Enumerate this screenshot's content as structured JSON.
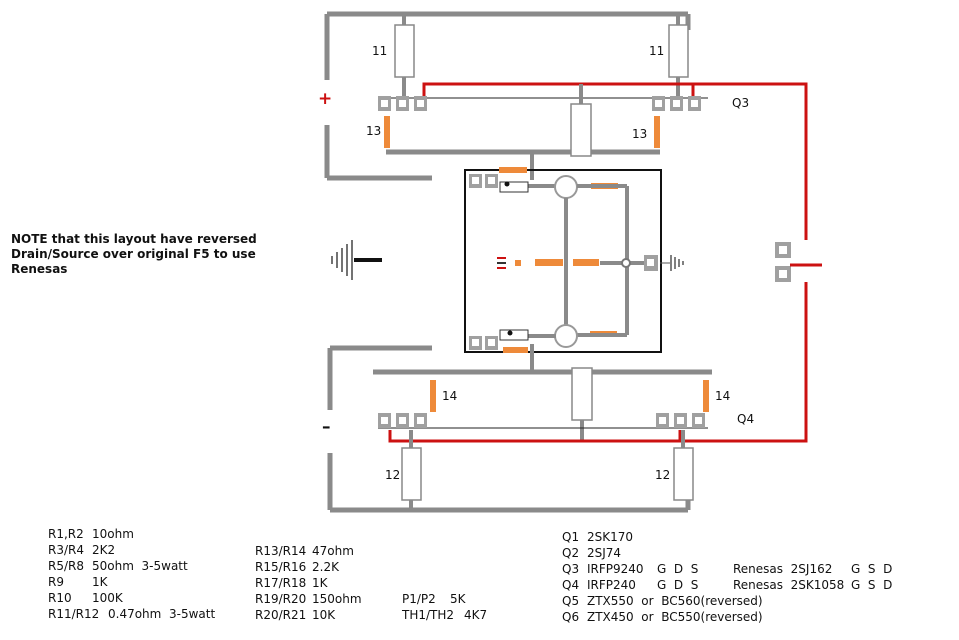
{
  "note": {
    "line1": "NOTE that this layout have reversed",
    "line2": "Drain/Source over original F5 to use",
    "line3": "Renesas"
  },
  "labels": {
    "r11_left": "11",
    "r11_right": "11",
    "r13_left": "13",
    "r13_right": "13",
    "q3": "Q3",
    "r14_left": "14",
    "r14_right": "14",
    "q4": "Q4",
    "r12_left": "12",
    "r12_right": "12",
    "plus": "+",
    "minus": "–"
  },
  "parts_left": [
    {
      "ref": "R1,R2",
      "val": "10ohm"
    },
    {
      "ref": "R3/R4",
      "val": "2K2"
    },
    {
      "ref": "R5/R8",
      "val": "50ohm  3-5watt"
    },
    {
      "ref": "R9",
      "val": "1K"
    },
    {
      "ref": "R10",
      "val": "100K"
    },
    {
      "ref": "R11/R12",
      "val": "0.47ohm  3-5watt"
    }
  ],
  "parts_mid": [
    {
      "ref": "R13/R14",
      "val": "47ohm"
    },
    {
      "ref": "R15/R16",
      "val": "2.2K"
    },
    {
      "ref": "R17/R18",
      "val": "1K"
    },
    {
      "ref": "R19/R20",
      "val": "150ohm"
    },
    {
      "ref": "R20/R21",
      "val": "10K"
    }
  ],
  "parts_pots": [
    {
      "ref": "P1/P2",
      "val": "5K"
    },
    {
      "ref": "TH1/TH2",
      "val": "4K7"
    }
  ],
  "semis": [
    {
      "ref": "Q1",
      "part": "2SK170",
      "pins": "",
      "alt": "",
      "alt_pins": ""
    },
    {
      "ref": "Q2",
      "part": "2SJ74",
      "pins": "",
      "alt": "",
      "alt_pins": ""
    },
    {
      "ref": "Q3",
      "part": "IRFP9240",
      "pins": "G  D  S",
      "alt": "Renesas  2SJ162",
      "alt_pins": "G  S  D"
    },
    {
      "ref": "Q4",
      "part": "IRFP240",
      "pins": "G  D  S",
      "alt": "Renesas  2SK1058",
      "alt_pins": "G  S  D"
    },
    {
      "ref": "Q5",
      "part": "ZTX550  or  BC560(reversed)",
      "pins": "",
      "alt": "",
      "alt_pins": ""
    },
    {
      "ref": "Q6",
      "part": "ZTX450  or  BC550(reversed)",
      "pins": "",
      "alt": "",
      "alt_pins": ""
    }
  ],
  "colors": {
    "trace": "#8a8a8a",
    "red": "#cc1111",
    "orange": "#ee8a3a",
    "pad": "#a0a0a0"
  }
}
